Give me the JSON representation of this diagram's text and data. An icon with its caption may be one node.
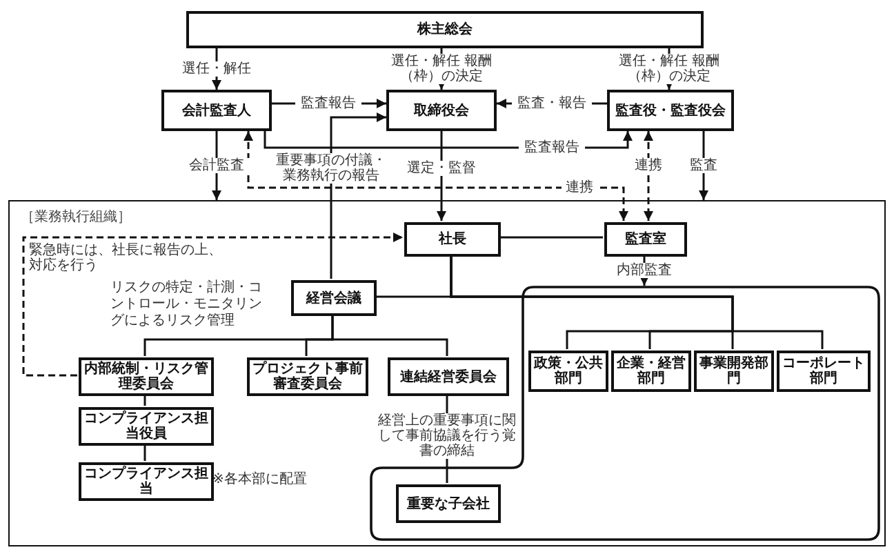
{
  "diagram": {
    "nodes": [
      {
        "text": [
          "株主総会"
        ]
      },
      {
        "text": [
          "会計監査人"
        ]
      },
      {
        "text": [
          "取締役会"
        ]
      },
      {
        "text": [
          "監査役・監査役会"
        ]
      },
      {
        "text": [
          "［業務執行組織］"
        ]
      },
      {
        "text": [
          "社長"
        ],
        "in": 4
      },
      {
        "text": [
          "監査室"
        ],
        "in": 4
      },
      {
        "text": [],
        "shape": "box",
        "in": 4
      },
      {
        "text": [
          "経営会議"
        ],
        "in": 4
      },
      {
        "text": [
          "内部統制・リスク管理委員会"
        ],
        "in": 4
      },
      {
        "text": [
          "プロジェクト事前審査委員会"
        ],
        "in": 4
      },
      {
        "text": [
          "連結経営委員会"
        ],
        "in": 4
      },
      {
        "text": [
          "政策・公共部門"
        ],
        "in": 7
      },
      {
        "text": [
          "企業・経営部門"
        ],
        "in": 7
      },
      {
        "text": [
          "事業開発部門"
        ],
        "in": 7
      },
      {
        "text": [
          "コーポレート部門"
        ],
        "in": 7
      },
      {
        "text": [
          "コンプライアンス担当役員"
        ],
        "in": 4
      },
      {
        "text": [
          "コンプライアンス担当"
        ],
        "in": 4,
        "beside": [
          "※各本部に配置"
        ]
      },
      {
        "text": [
          "重要な子会社"
        ],
        "in": 7
      }
    ],
    "edges": [
      {
        "from": 0,
        "to": 1,
        "arrow": "to",
        "label": "選任・解任"
      },
      {
        "from": 0,
        "to": 2,
        "arrow": "to",
        "label": "選任・解任 報酬（枠）の決定"
      },
      {
        "from": 0,
        "to": 3,
        "arrow": "to",
        "label": "選任・解任 報酬（枠）の決定"
      },
      {
        "from": 1,
        "to": 2,
        "arrow": "to",
        "label": "監査報告"
      },
      {
        "from": 3,
        "to": 2,
        "arrow": "to",
        "label": "監査・報告"
      },
      {
        "from": 1,
        "to": 3,
        "arrow": "to",
        "label": "監査報告"
      },
      {
        "from": 8,
        "to": 2,
        "arrow": "to",
        "label": "重要事項の付議・業務執行の報告"
      },
      {
        "from": 2,
        "to": 5,
        "arrow": "to",
        "label": "選定・監督"
      },
      {
        "from": 1,
        "to": 4,
        "arrow": "to",
        "label": "会計監査"
      },
      {
        "from": 3,
        "to": 4,
        "arrow": "to",
        "label": "監査"
      },
      {
        "from": 1,
        "to": 6,
        "arrow": "both",
        "label": "連携",
        "style": "dashed"
      },
      {
        "from": 3,
        "to": 6,
        "arrow": "both",
        "label": "連携",
        "style": "dashed"
      },
      {
        "from": 5,
        "to": 6,
        "arrow": "none"
      },
      {
        "from": 6,
        "to": 7,
        "arrow": "to",
        "label": "内部監査"
      },
      {
        "from": 9,
        "to": 5,
        "arrow": "to",
        "label": "緊急時には、社長に報告の上、対応を行う",
        "style": "dashed"
      },
      {
        "from": 5,
        "to": 8,
        "arrow": "none"
      },
      {
        "from": 5,
        "to": 12,
        "arrow": "none"
      },
      {
        "from": 5,
        "to": 13,
        "arrow": "none"
      },
      {
        "from": 5,
        "to": 14,
        "arrow": "none"
      },
      {
        "from": 5,
        "to": 15,
        "arrow": "none"
      },
      {
        "from": 8,
        "to": 9,
        "arrow": "none"
      },
      {
        "from": 8,
        "to": 10,
        "arrow": "none"
      },
      {
        "from": 8,
        "to": 11,
        "arrow": "none"
      },
      {
        "from": 9,
        "to": 16,
        "arrow": "none"
      },
      {
        "from": 16,
        "to": 17,
        "arrow": "none"
      },
      {
        "from": 11,
        "to": 18,
        "arrow": "none",
        "label": "経営上の重要事項に関して事前協議を行う覚書の締結"
      }
    ],
    "labels": [
      "リスクの特定・計測・コントロール・モニタリングによるリスク管理"
    ]
  }
}
